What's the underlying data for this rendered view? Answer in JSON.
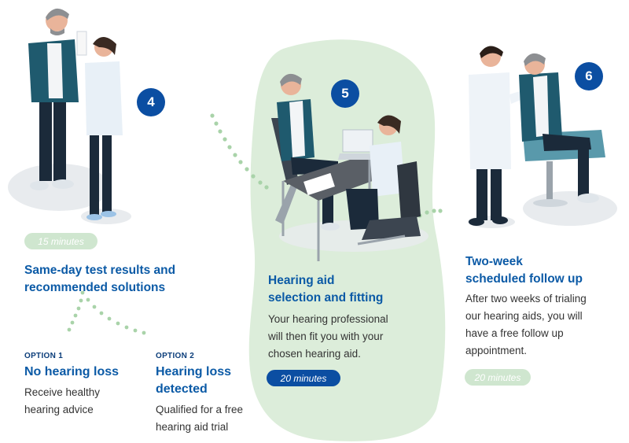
{
  "colors": {
    "brand_blue": "#0b4ea2",
    "heading_blue": "#0b5aa6",
    "light_green": "#cfe6cf",
    "blob_green": "#dcedda",
    "teal_clothing": "#1f5a6e"
  },
  "step4": {
    "number": "4",
    "duration": "15 minutes",
    "title_line1": "Same-day test results and",
    "title_line2": "recommended solutions",
    "option1": {
      "label": "OPTION 1",
      "title": "No hearing loss",
      "desc_line1": "Receive healthy",
      "desc_line2": "hearing advice"
    },
    "option2": {
      "label": "OPTION 2",
      "title_line1": "Hearing loss",
      "title_line2": "detected",
      "desc_line1": "Qualified for a free",
      "desc_line2": "hearing aid trial"
    }
  },
  "step5": {
    "number": "5",
    "title_line1": "Hearing aid",
    "title_line2": "selection and fitting",
    "desc_line1": "Your hearing professional",
    "desc_line2": "will then fit you with your",
    "desc_line3": "chosen hearing aid.",
    "duration": "20 minutes"
  },
  "step6": {
    "number": "6",
    "title_line1": "Two-week",
    "title_line2": "scheduled follow up",
    "desc_line1": "After two weeks of trialing",
    "desc_line2": "our hearing aids, you will",
    "desc_line3": "have a free follow up",
    "desc_line4": "appointment.",
    "duration": "20 minutes"
  },
  "icons": {
    "illustration4": "consultation-illustration",
    "illustration5": "fitting-illustration",
    "illustration6": "followup-illustration"
  }
}
